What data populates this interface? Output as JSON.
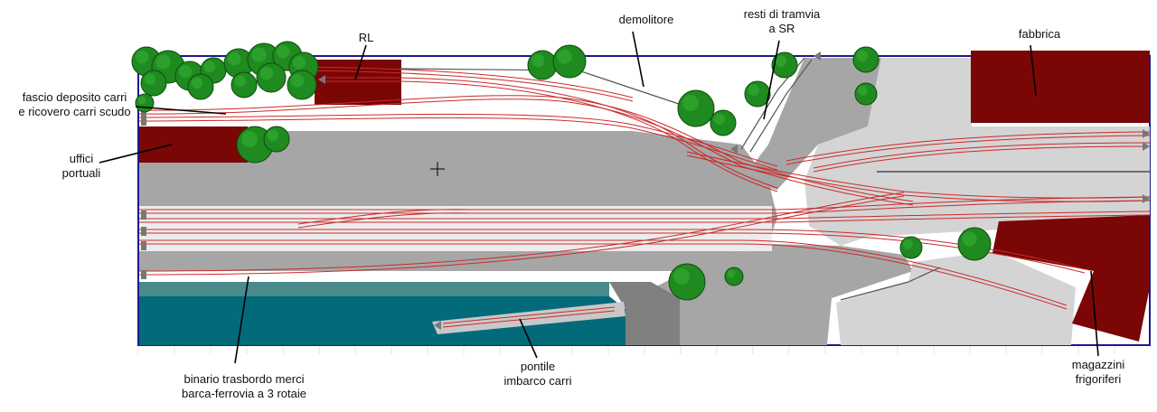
{
  "labels": {
    "rl": "RL",
    "demolitore": "demolitore",
    "resti_tramvia": [
      "resti di tramvia",
      "a SR"
    ],
    "fabbrica": "fabbrica",
    "fascio_deposito": [
      "fascio deposito carri",
      "e ricovero carri scudo"
    ],
    "uffici_portuali": [
      "uffici",
      "portuali"
    ],
    "binario_trasbordo": [
      "binario trasbordo merci",
      "barca-ferrovia a 3 rotaie"
    ],
    "pontile": [
      "pontile",
      "imbarco carri"
    ],
    "magazzini": [
      "magazzini",
      "frigoriferi"
    ]
  },
  "colors": {
    "building": "#7a0606",
    "water": "#036a7a",
    "water_edge": "#4a8a8c",
    "paved_dark": "#a6a6a6",
    "paved_light": "#d4d4d4",
    "pier": "#c8c8c8",
    "track": "#cc2a2a",
    "tree": "#1f8a1f",
    "frame": "#1a1a8c",
    "grid": "#e6e6e6"
  }
}
